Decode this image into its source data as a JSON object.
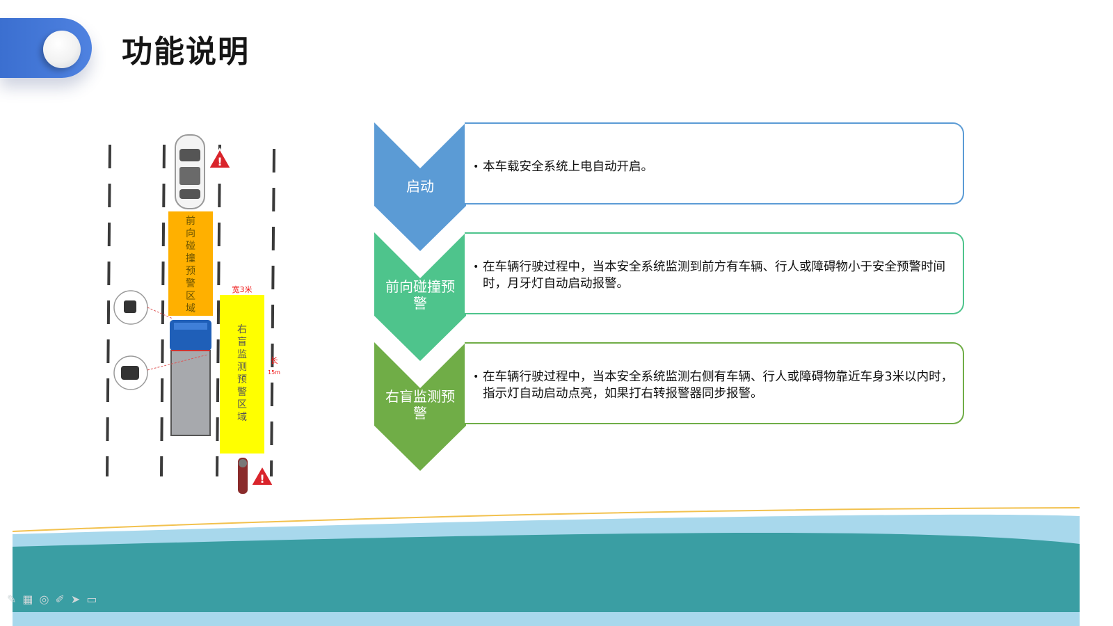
{
  "page": {
    "title": "功能说明"
  },
  "diagram": {
    "forward_zone_label": "前向碰撞预警区域",
    "side_zone_label": "右盲监测预警区域",
    "width_note": "宽3米",
    "length_note": [
      "长",
      "15m"
    ],
    "warning_icon": "warning-triangle-icon",
    "camera_icon": "camera-icon"
  },
  "features": [
    {
      "label": "启动",
      "text": "本车载安全系统上电自动开启。",
      "color": "#5b9bd5"
    },
    {
      "label": "前向碰撞预警",
      "text": "在车辆行驶过程中，当本安全系统监测到前方有车辆、行人或障碍物小于安全预警时间时，月牙灯自动启动报警。",
      "color": "#4ec48c"
    },
    {
      "label": "右盲监测预警",
      "text": "在车辆行驶过程中，当本安全系统监测右侧有车辆、行人或障碍物靠近车身3米以内时，指示灯自动启动点亮，如果打右转报警器同步报警。",
      "color": "#70ad47"
    }
  ],
  "colors": {
    "accent": "#3b6fd0",
    "forward_zone": "#ffb000",
    "side_zone": "#ffff00",
    "wave": "#3a9ea3",
    "wave_light": "#a8d8ec"
  }
}
